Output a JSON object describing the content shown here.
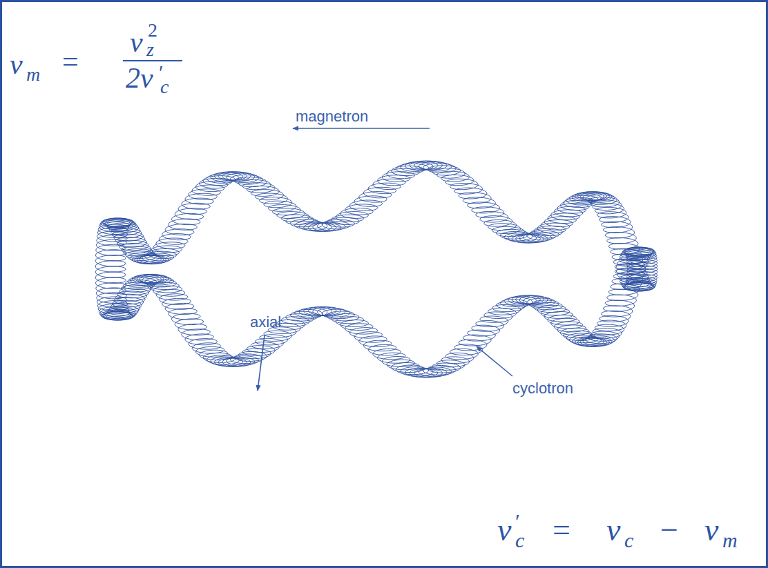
{
  "diagram": {
    "labels": [
      "ν",
      "m",
      "=",
      "ν",
      "z",
      "2",
      "2ν",
      "′",
      "c",
      "magnetron",
      "axial",
      "cyclotron",
      "ν",
      "′",
      "c",
      "=",
      "ν",
      "c",
      "−",
      "ν",
      "m"
    ]
  }
}
